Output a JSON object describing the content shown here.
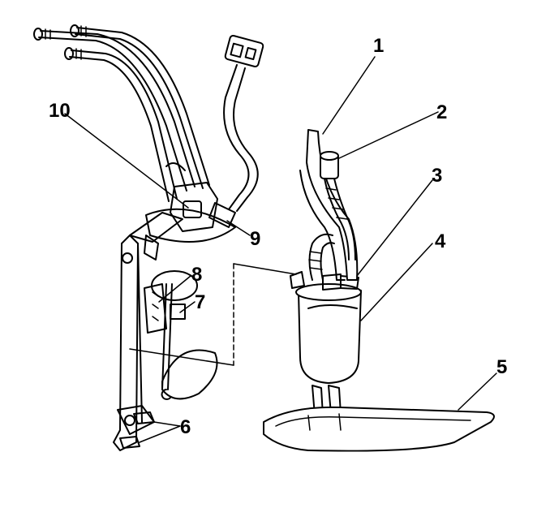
{
  "callouts": [
    {
      "number": "1"
    },
    {
      "number": "2"
    },
    {
      "number": "3"
    },
    {
      "number": "4"
    },
    {
      "number": "5"
    },
    {
      "number": "6"
    },
    {
      "number": "7"
    },
    {
      "number": "8"
    },
    {
      "number": "9"
    },
    {
      "number": "10"
    }
  ]
}
